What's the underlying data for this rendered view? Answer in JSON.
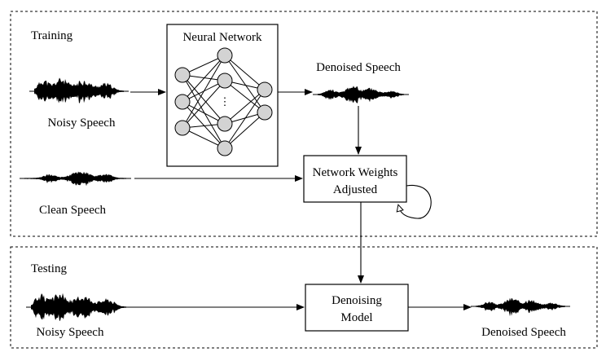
{
  "training": {
    "section_label": "Training",
    "network_title": "Neural Network",
    "input_label": "Noisy Speech",
    "clean_label": "Clean Speech",
    "output_label": "Denoised Speech",
    "weights_line1": "Network Weights",
    "weights_line2": "Adjusted",
    "hidden_ellipsis": "⋮"
  },
  "testing": {
    "section_label": "Testing",
    "input_label": "Noisy Speech",
    "model_line1": "Denoising",
    "model_line2": "Model",
    "output_label": "Denoised Speech"
  },
  "icons": [
    "waveform-icon",
    "neural-network-icon",
    "feedback-loop-icon"
  ],
  "colors": {
    "neuron_fill": "#d3d3d3",
    "stroke": "#000000",
    "background": "#ffffff"
  }
}
